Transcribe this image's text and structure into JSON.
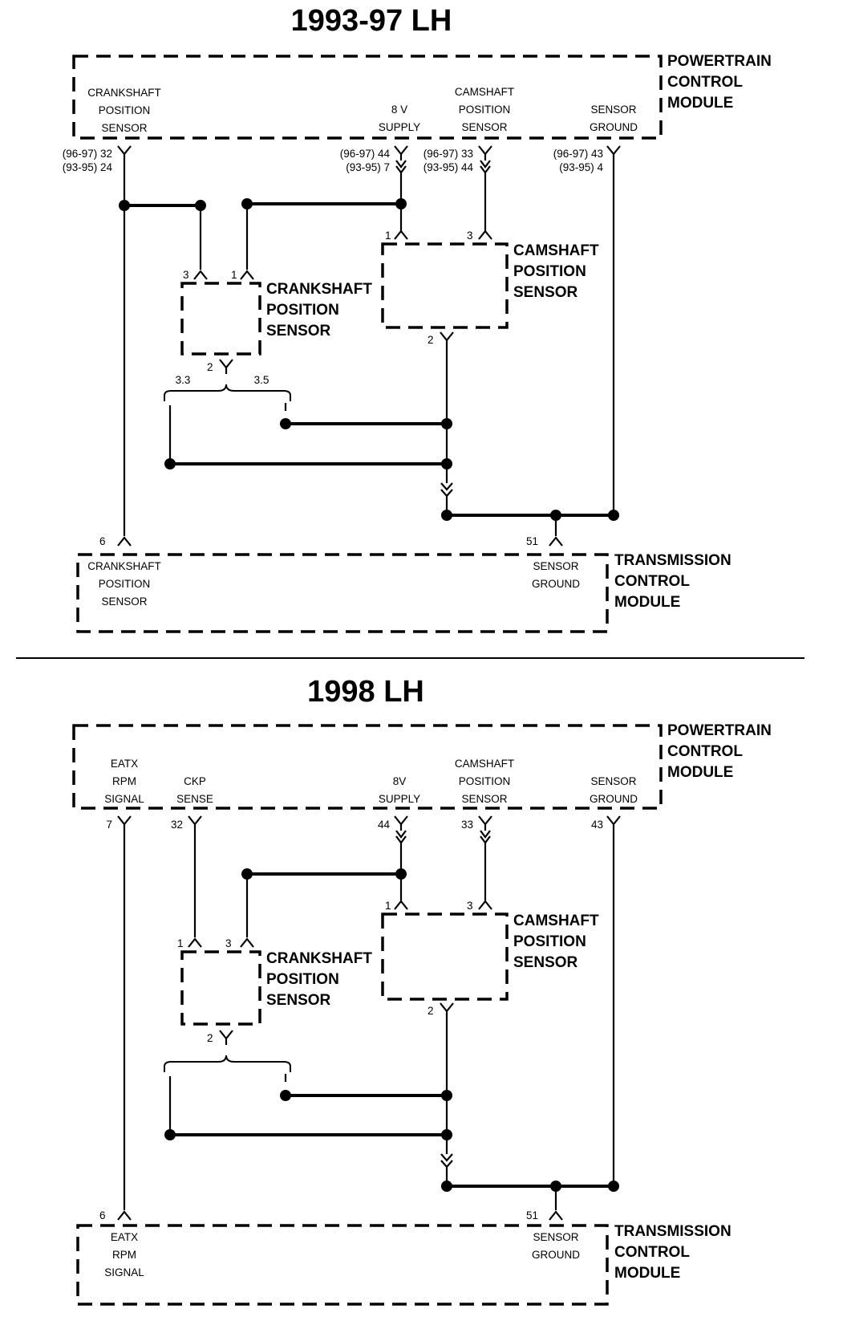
{
  "top": {
    "title": "1993-97 LH",
    "pcm": {
      "line1": "POWERTRAIN",
      "line2": "CONTROL",
      "line3": "MODULE"
    },
    "pcm_labels": {
      "ckp": [
        "CRANKSHAFT",
        "POSITION",
        "SENSOR"
      ],
      "supply": [
        "8 V",
        "SUPPLY"
      ],
      "cmp": [
        "CAMSHAFT",
        "POSITION",
        "SENSOR"
      ],
      "ground": [
        "SENSOR",
        "GROUND"
      ]
    },
    "pins": {
      "ckp_a": "(96-97) 32",
      "ckp_b": "(93-95) 24",
      "supply_a": "(96-97) 44",
      "supply_b": "(93-95) 7",
      "cmp_a": "(96-97) 33",
      "cmp_b": "(93-95) 44",
      "gnd_a": "(96-97) 43",
      "gnd_b": "(93-95) 4",
      "ckp_s3": "3",
      "ckp_s1": "1",
      "ckp_s2": "2",
      "cmp_s1": "1",
      "cmp_s3": "3",
      "cmp_s2": "2",
      "tcm_6": "6",
      "tcm_51": "51"
    },
    "engine_left": "3.3",
    "engine_right": "3.5",
    "ckp_sensor": [
      "CRANKSHAFT",
      "POSITION",
      "SENSOR"
    ],
    "cmp_sensor": [
      "CAMSHAFT",
      "POSITION",
      "SENSOR"
    ],
    "tcm": {
      "line1": "TRANSMISSION",
      "line2": "CONTROL",
      "line3": "MODULE"
    },
    "tcm_labels": {
      "ckp": [
        "CRANKSHAFT",
        "POSITION",
        "SENSOR"
      ],
      "ground": [
        "SENSOR",
        "GROUND"
      ]
    }
  },
  "bottom": {
    "title": "1998 LH",
    "pcm": {
      "line1": "POWERTRAIN",
      "line2": "CONTROL",
      "line3": "MODULE"
    },
    "pcm_labels": {
      "eatx": [
        "EATX",
        "RPM",
        "SIGNAL"
      ],
      "ckp": [
        "CKP",
        "SENSE"
      ],
      "supply": [
        "8V",
        "SUPPLY"
      ],
      "cmp": [
        "CAMSHAFT",
        "POSITION",
        "SENSOR"
      ],
      "ground": [
        "SENSOR",
        "GROUND"
      ]
    },
    "pins": {
      "eatx": "7",
      "ckp": "32",
      "supply": "44",
      "cmp": "33",
      "gnd": "43",
      "ckp_s1": "1",
      "ckp_s3": "3",
      "ckp_s2": "2",
      "cmp_s1": "1",
      "cmp_s3": "3",
      "cmp_s2": "2",
      "tcm_6": "6",
      "tcm_51": "51"
    },
    "ckp_sensor": [
      "CRANKSHAFT",
      "POSITION",
      "SENSOR"
    ],
    "cmp_sensor": [
      "CAMSHAFT",
      "POSITION",
      "SENSOR"
    ],
    "tcm": {
      "line1": "TRANSMISSION",
      "line2": "CONTROL",
      "line3": "MODULE"
    },
    "tcm_labels": {
      "eatx": [
        "EATX",
        "RPM",
        "SIGNAL"
      ],
      "ground": [
        "SENSOR",
        "GROUND"
      ]
    }
  }
}
